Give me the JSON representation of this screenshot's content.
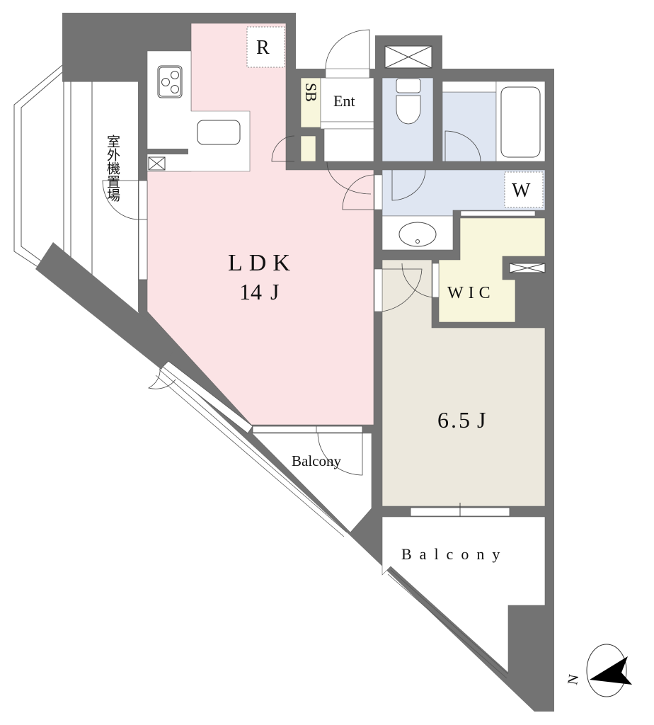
{
  "plan": {
    "rooms": {
      "ldk": {
        "name": "LDK",
        "size": "14 J"
      },
      "bedroom": {
        "size": "6.5 J"
      },
      "wic": "WIC",
      "entrance": "Ent",
      "shoebox": "SB",
      "washer": "W",
      "refrigerator": "R",
      "outdoor_unit": "室外機置場",
      "balcony_small": "Balcony",
      "balcony_large": "Balcony"
    },
    "compass": "N"
  },
  "colors": {
    "wall": "#737373",
    "ldk": "#fbe3e5",
    "wet": "#dfe6f2",
    "storage": "#f8f6dc",
    "bedroom": "#ece8dd"
  }
}
